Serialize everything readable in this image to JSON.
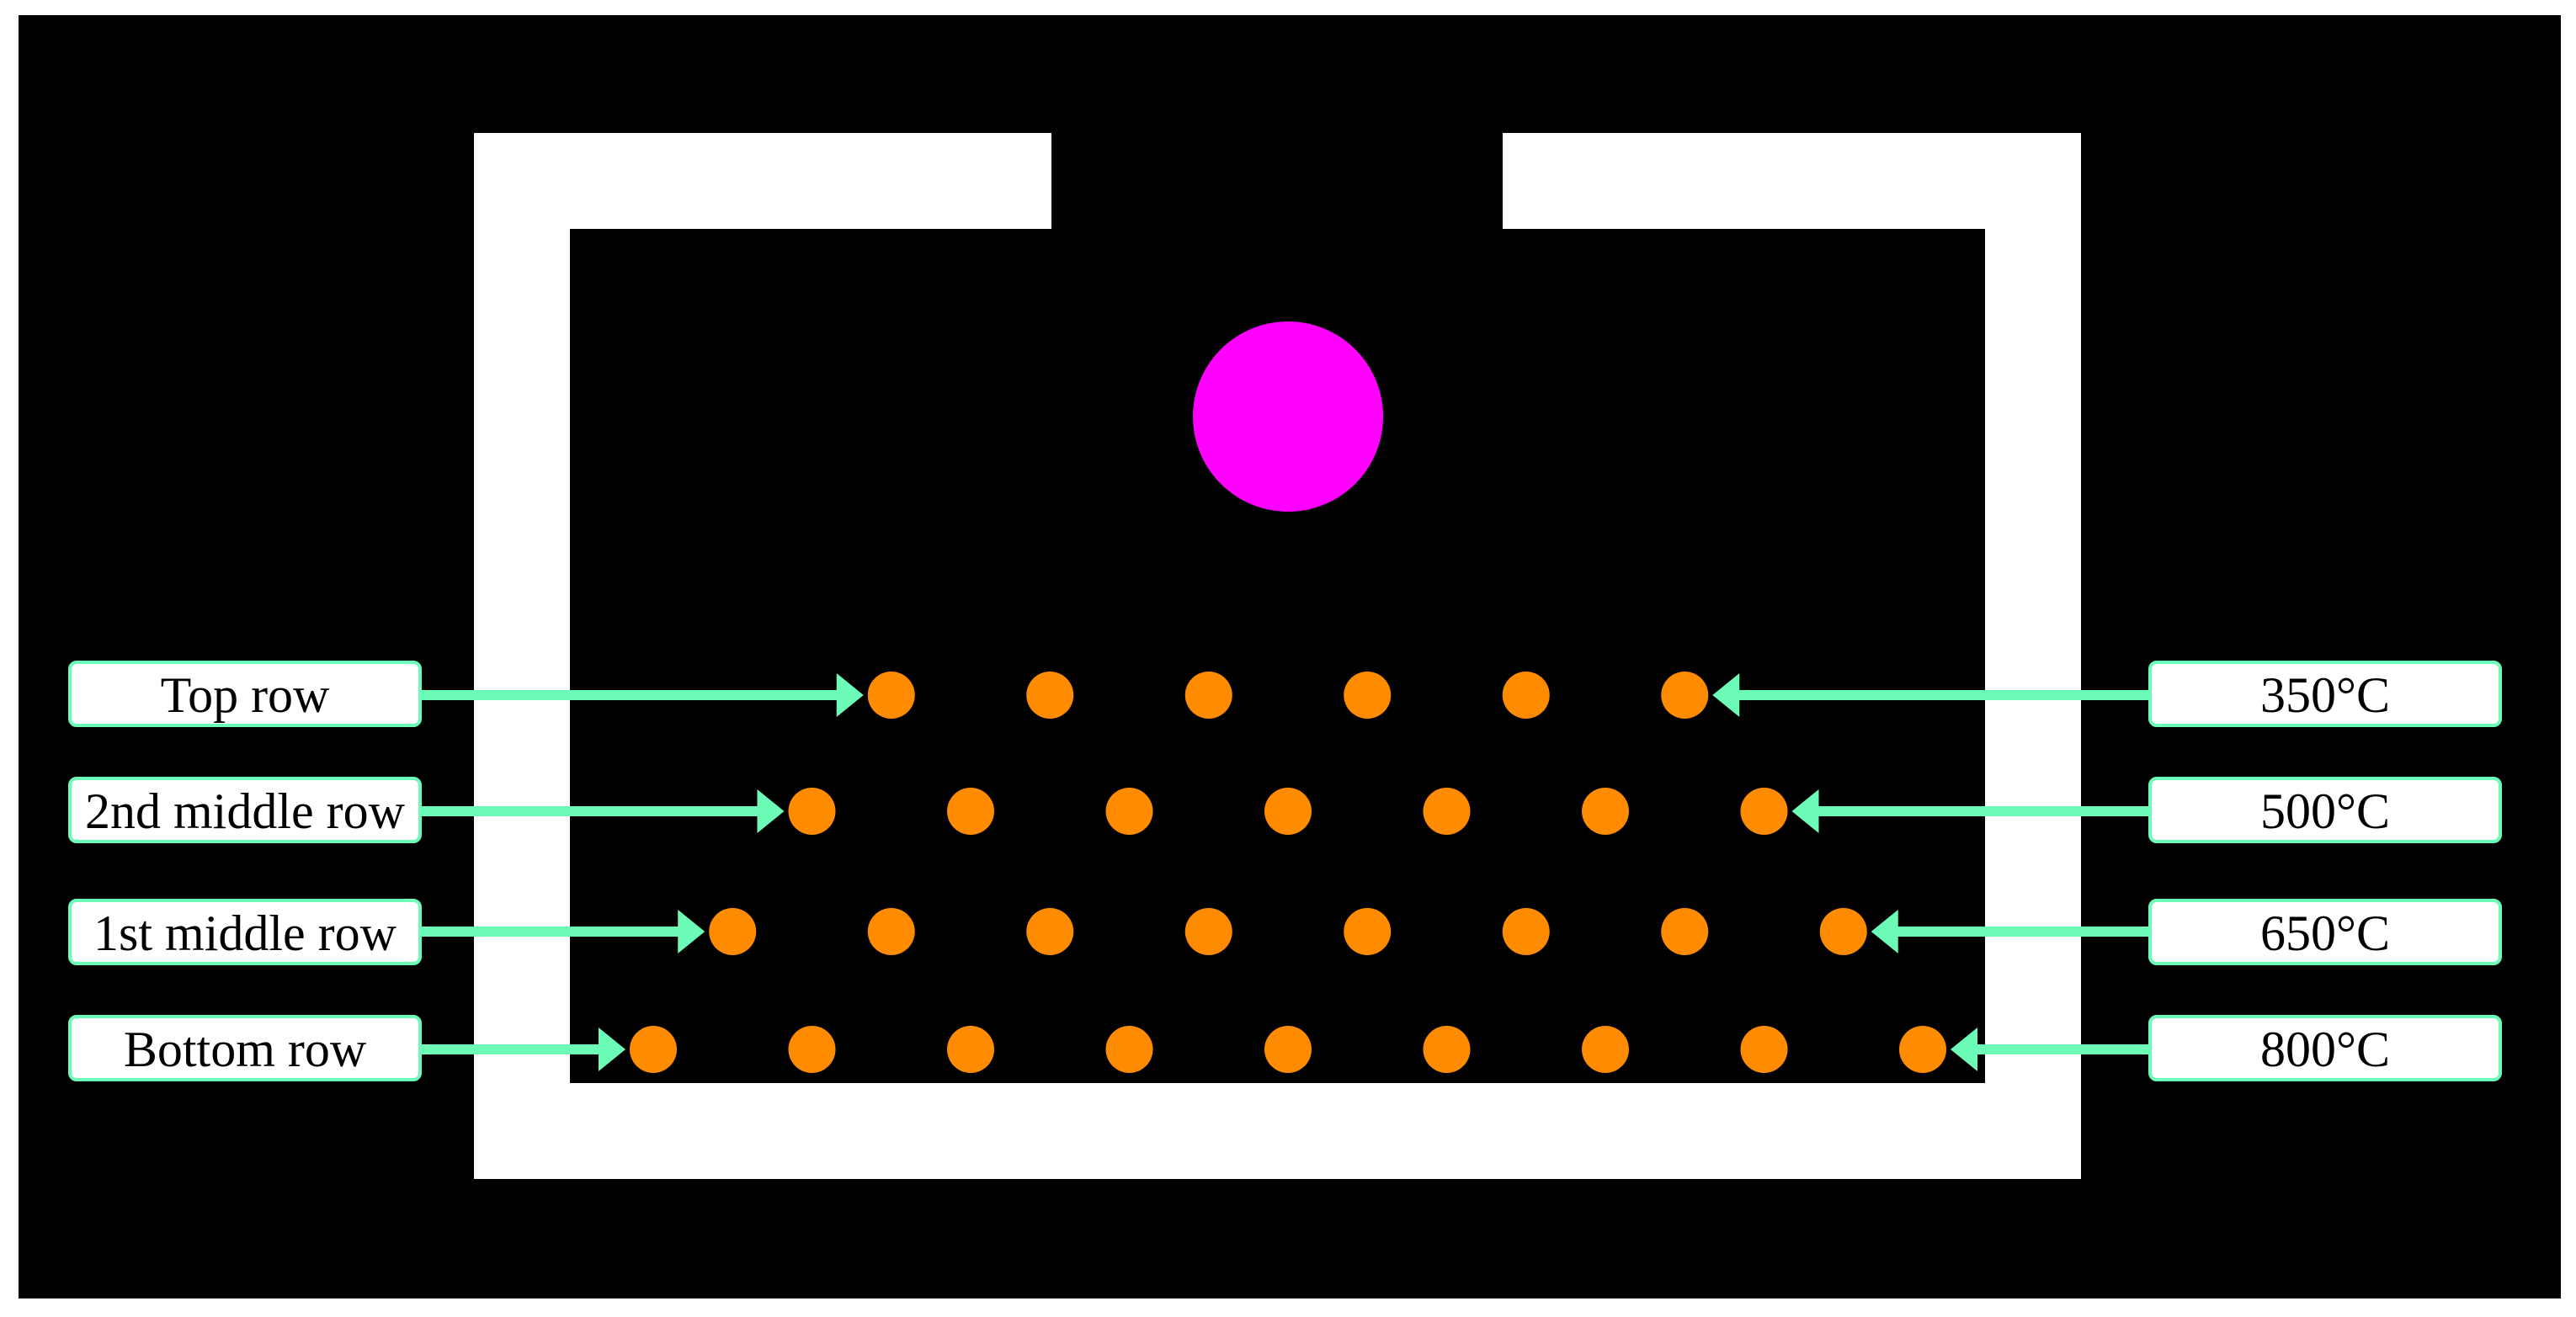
{
  "colors": {
    "background": "#000000",
    "frame": "#ffffff",
    "sphere": "#ff00ff",
    "pellet": "#ff8c00",
    "arrow": "#6dfcb8",
    "label_border": "#6dfcb8",
    "label_fill": "#ffffff",
    "text": "#000000"
  },
  "icons": {
    "sphere": "magenta-circle",
    "pellet": "orange-circle",
    "arrow": "right-arrow / left-arrow"
  },
  "rows": [
    {
      "name": "Top row",
      "temperature": "350°C",
      "pellet_count": 6
    },
    {
      "name": "2nd middle row",
      "temperature": "500°C",
      "pellet_count": 7
    },
    {
      "name": "1st middle row",
      "temperature": "650°C",
      "pellet_count": 8
    },
    {
      "name": "Bottom row",
      "temperature": "800°C",
      "pellet_count": 9
    }
  ]
}
